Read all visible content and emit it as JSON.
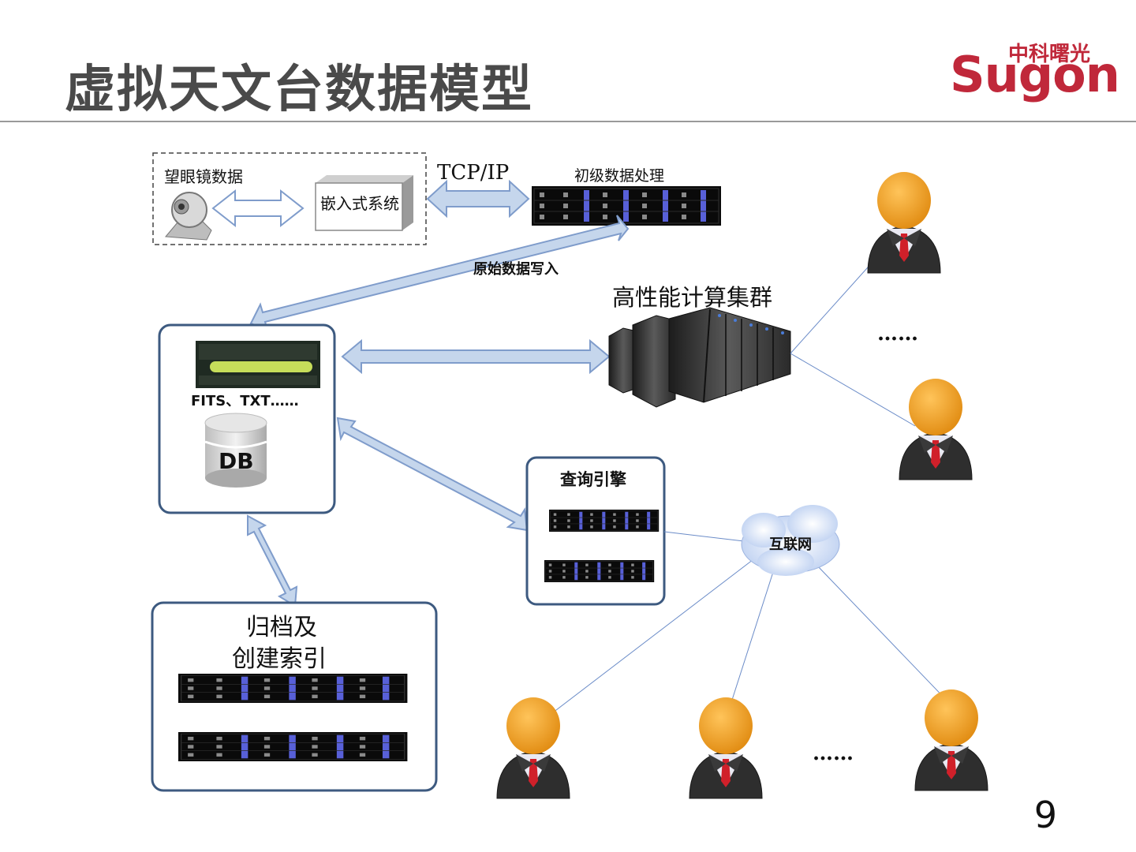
{
  "slide": {
    "title": "虚拟天文台数据模型",
    "page_number": "9"
  },
  "logo": {
    "chinese": "中科曙光",
    "english": "Sugon",
    "color": "#c0283a"
  },
  "diagram": {
    "telescope_data": "望眼镜数据",
    "embedded_system": "嵌入式系统",
    "tcp_ip": "TCP/IP",
    "primary_processing": "初级数据处理",
    "raw_data_write": "原始数据写入",
    "hpc_cluster": "高性能计算集群",
    "storage_formats": "FITS、TXT……",
    "db": "DB",
    "query_engine": "查询引擎",
    "internet": "互联网",
    "archive_line1": "归档及",
    "archive_line2": "创建索引",
    "ellipsis_users_right": "……",
    "ellipsis_users_bottom": "……"
  },
  "colors": {
    "arrow_fill": "#c5d6ec",
    "arrow_stroke": "#7f9ccb",
    "box_border": "#3d5a80",
    "person_head": "#f0a01e",
    "person_suit": "#2e2e2e",
    "tie": "#d0202a"
  }
}
